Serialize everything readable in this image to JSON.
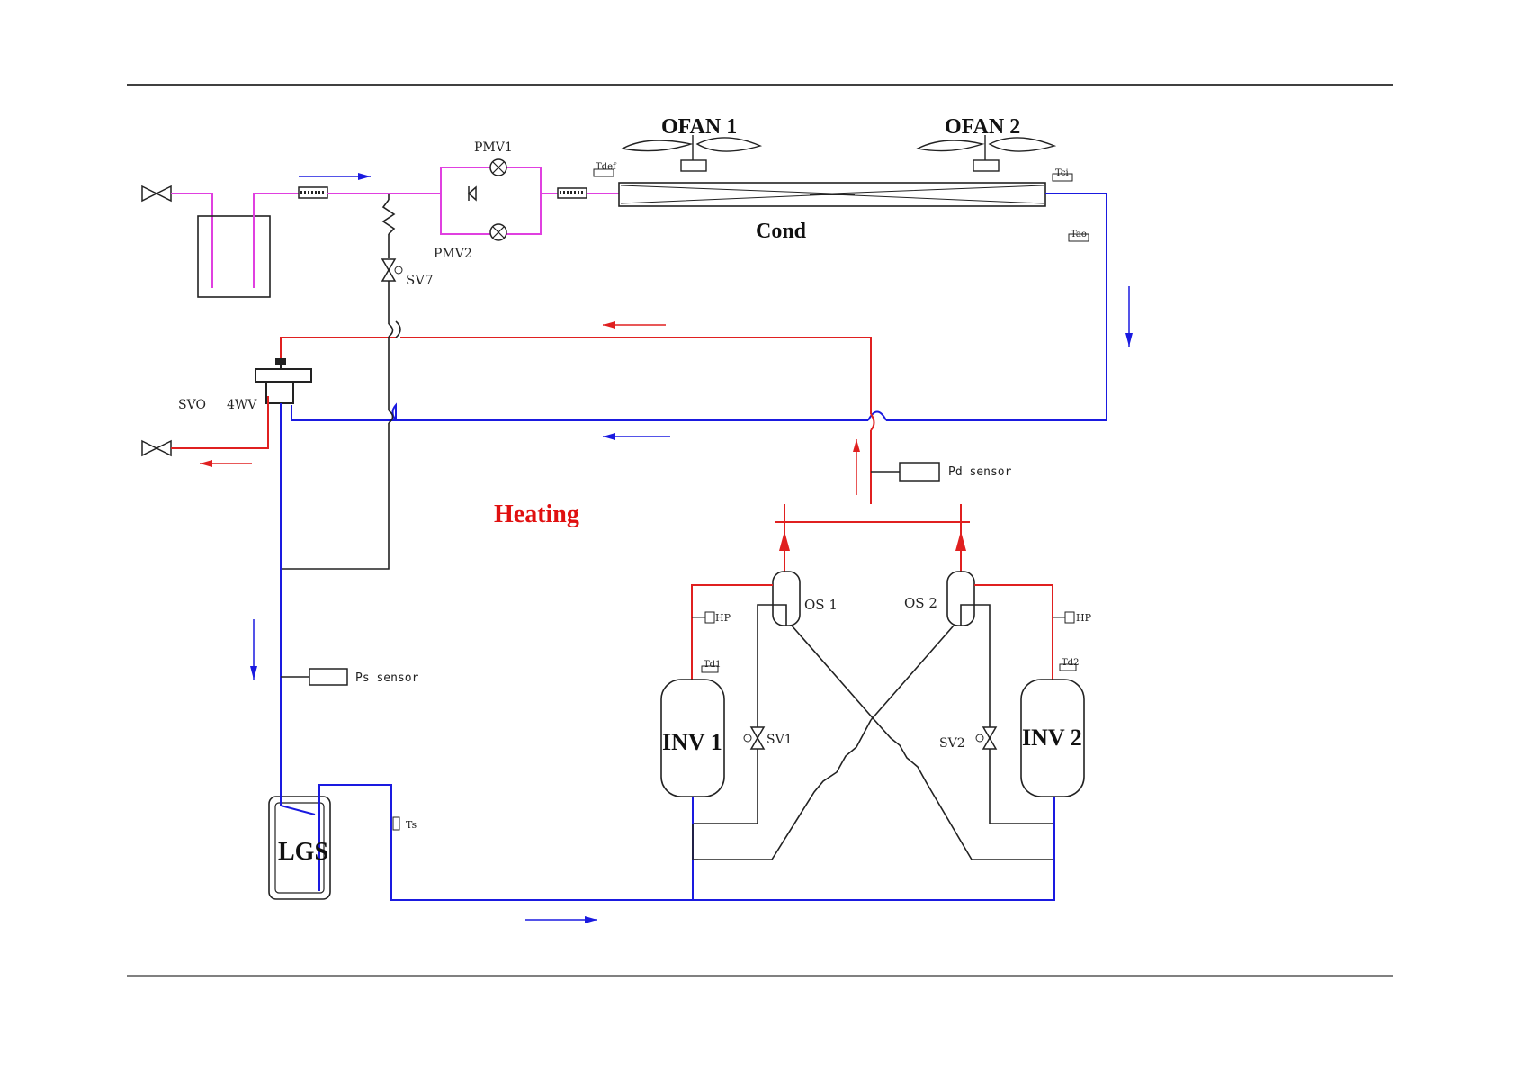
{
  "labels": {
    "ofan1": "OFAN 1",
    "ofan2": "OFAN 2",
    "pmv1": "PMV1",
    "pmv2": "PMV2",
    "cond": "Cond",
    "sv7": "SV7",
    "svo": "SVO",
    "fourwv": "4WV",
    "heating": "Heating",
    "pd_sensor": "Pd sensor",
    "ps_sensor": "Ps sensor",
    "os1": "OS 1",
    "os2": "OS 2",
    "hp_left": "HP",
    "hp_right": "HP",
    "inv1": "INV 1",
    "inv2": "INV 2",
    "sv1": "SV1",
    "sv2": "SV2",
    "lgs": "LGS",
    "ts": "Ts",
    "tdef": "Tdef",
    "tci": "Tci",
    "tao": "Tao",
    "td1": "Td1",
    "td2": "Td2"
  },
  "colors": {
    "discharge": "#e02020",
    "suction": "#1a1ae0",
    "liquid": "#e040e0",
    "pipe": "#222222"
  }
}
